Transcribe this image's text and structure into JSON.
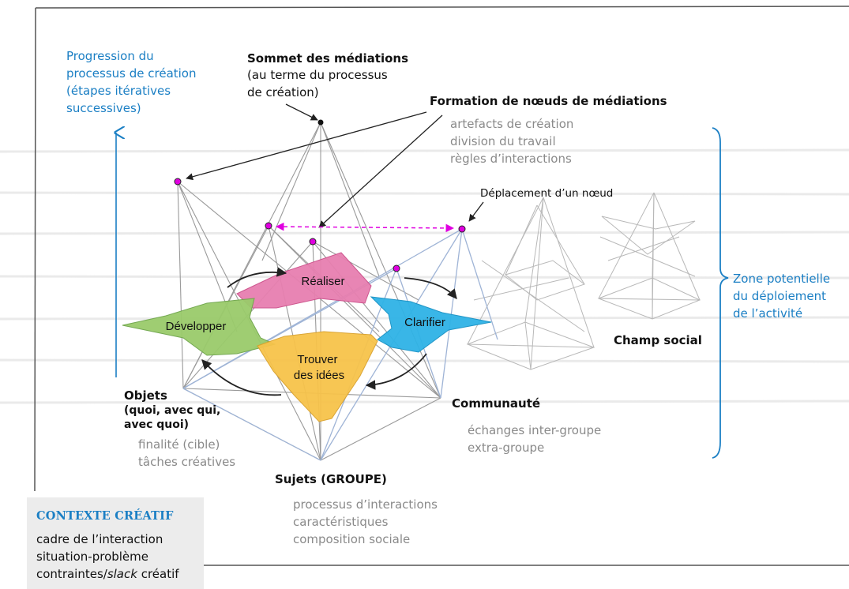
{
  "labels": {
    "progression": "Progression du\nprocessus de création\n(étapes itératives\nsuccessives)",
    "sommet_title": "Sommet des médiations",
    "sommet_sub": "(au terme du processus\nde création)",
    "formation_title": "Formation de nœuds de médiations",
    "formation_items": "artefacts de création\ndivision du travail\nrègles d’interactions",
    "deplacement": "Déplacement d’un nœud",
    "zone": "Zone potentielle\ndu déploiement\nde l’activité",
    "champ_social": "Champ social",
    "objets_title": "Objets",
    "objets_sub": "(quoi, avec qui,\navec quoi)",
    "objets_items": "finalité (cible)\ntâches créatives",
    "communaute_title": "Communauté",
    "communaute_items": "échanges inter-groupe\nextra-groupe",
    "sujets_title": "Sujets (GROUPE)",
    "sujets_items": "processus d’interactions\ncaractéristiques\ncomposition sociale",
    "contexte_title": "CONTEXTE CRÉATIF",
    "contexte_line1": "cadre de l’interaction",
    "contexte_line2": "situation-problème",
    "contexte_line3_pre": "contraintes/",
    "contexte_line3_em": "slack",
    "contexte_line3_post": " créatif"
  },
  "stages": {
    "realiser": "Réaliser",
    "developper": "Développer",
    "clarifier": "Clarifier",
    "trouver": "Trouver\ndes idées"
  },
  "colors": {
    "accent_blue": "#1b7fc4",
    "pink": "#e77fb0",
    "green": "#9acb6b",
    "cyan": "#2fb3e6",
    "yellow": "#f7c34a",
    "node_magenta": "#e000e0",
    "line_gray": "#9a9a9a"
  }
}
